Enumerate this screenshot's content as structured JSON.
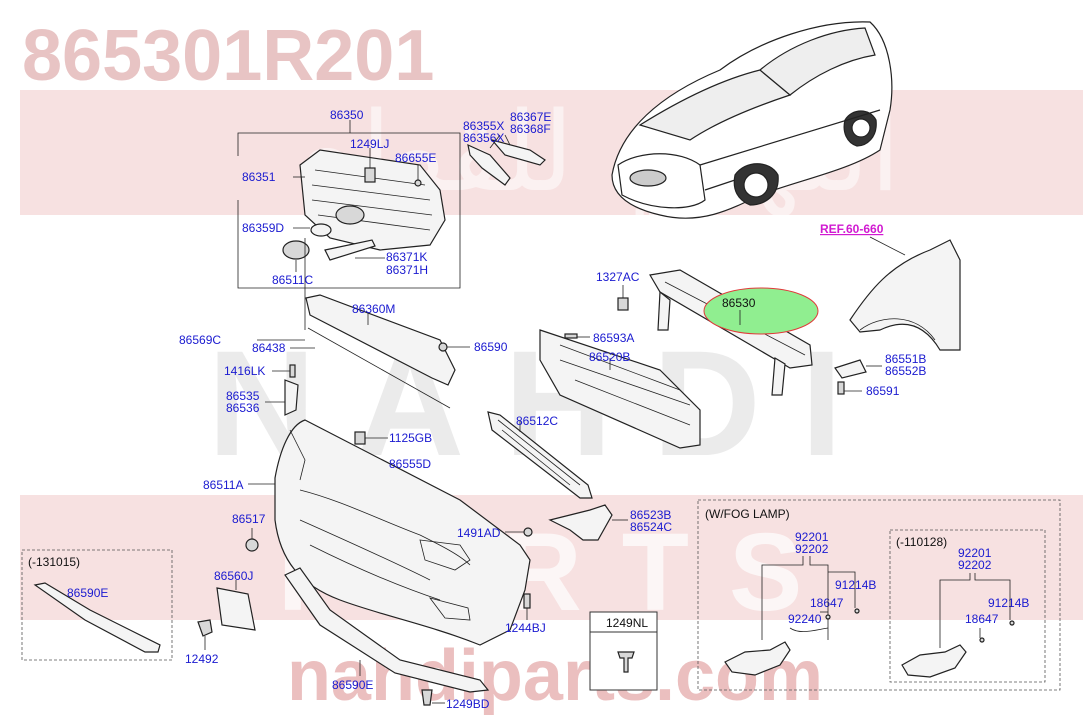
{
  "part_number": "865301R201",
  "watermark": {
    "site": "nahdiparts.com",
    "brand_latin_1": "NAHDI",
    "brand_latin_2": "PARTS",
    "brand_arabic": "النهدي للقطع"
  },
  "reference": "REF.60-660",
  "highlight_label": "86530",
  "labels": {
    "l86350": "86350",
    "l1249LJ": "1249LJ",
    "l86655E": "86655E",
    "l86351": "86351",
    "l86359D": "86359D",
    "l86371K": "86371K",
    "l86371H": "86371H",
    "l86511C": "86511C",
    "l86355X": "86355X",
    "l86356X": "86356X",
    "l86367E": "86367E",
    "l86368F": "86368F",
    "l1327AC": "1327AC",
    "l86593A": "86593A",
    "l86520B": "86520B",
    "l86360M": "86360M",
    "l86569C": "86569C",
    "l86438": "86438",
    "l86590": "86590",
    "l1416LK": "1416LK",
    "l86535": "86535",
    "l86536": "86536",
    "l1125GB": "1125GB",
    "l86555D": "86555D",
    "l86512C": "86512C",
    "l86511A": "86511A",
    "l86517": "86517",
    "l86523B": "86523B",
    "l86524C": "86524C",
    "l1491AD": "1491AD",
    "l86560J": "86560J",
    "l1244BJ": "1244BJ",
    "l12492": "12492",
    "l86590E_bottom": "86590E",
    "l1249BD": "1249BD",
    "l86551B": "86551B",
    "l86552B": "86552B",
    "l86591": "86591"
  },
  "inset_left": {
    "title": "(-131015)",
    "label": "86590E"
  },
  "inset_fog": {
    "title": "(W/FOG LAMP)",
    "l92201": "92201",
    "l92202": "92202",
    "l91214B": "91214B",
    "l18647": "18647",
    "l92240": "92240"
  },
  "inset_fog_sub": {
    "title": "(-110128)",
    "l92201": "92201",
    "l92202": "92202",
    "l91214B": "91214B",
    "l18647": "18647"
  },
  "box_1249NL": {
    "title": "1249NL"
  },
  "colors": {
    "label": "#1a1ad0",
    "reference": "#d11ad1",
    "highlight_fill": "#90ee90",
    "highlight_stroke": "#e03a3a",
    "watermark": "#e8b5b5"
  }
}
